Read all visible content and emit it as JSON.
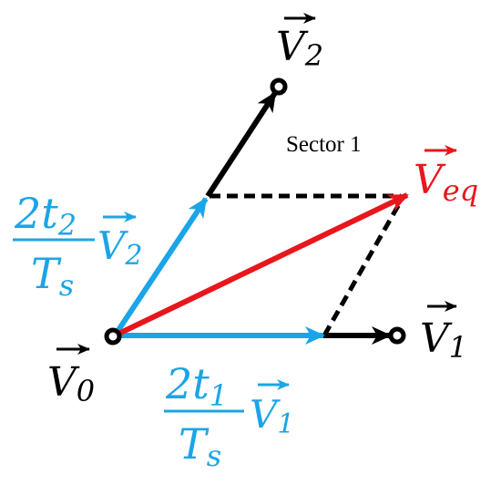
{
  "colors": {
    "black": "#000000",
    "blue": "#1ba5e6",
    "red": "#e8161d"
  },
  "labels": {
    "v2": "V",
    "v2_sub": "2",
    "v1": "V",
    "v1_sub": "1",
    "v0": "V",
    "v0_sub": "0",
    "veq": "V",
    "veq_sub": "eq",
    "sector": "Sector 1",
    "coef2_num": "2t",
    "coef2_num_sub": "2",
    "coef2_den": "T",
    "coef2_den_sub": "s",
    "coef2_vec": "V",
    "coef2_vec_sub": "2",
    "coef1_num": "2t",
    "coef1_num_sub": "1",
    "coef1_den": "T",
    "coef1_den_sub": "s",
    "coef1_vec": "V",
    "coef1_vec_sub": "1"
  }
}
